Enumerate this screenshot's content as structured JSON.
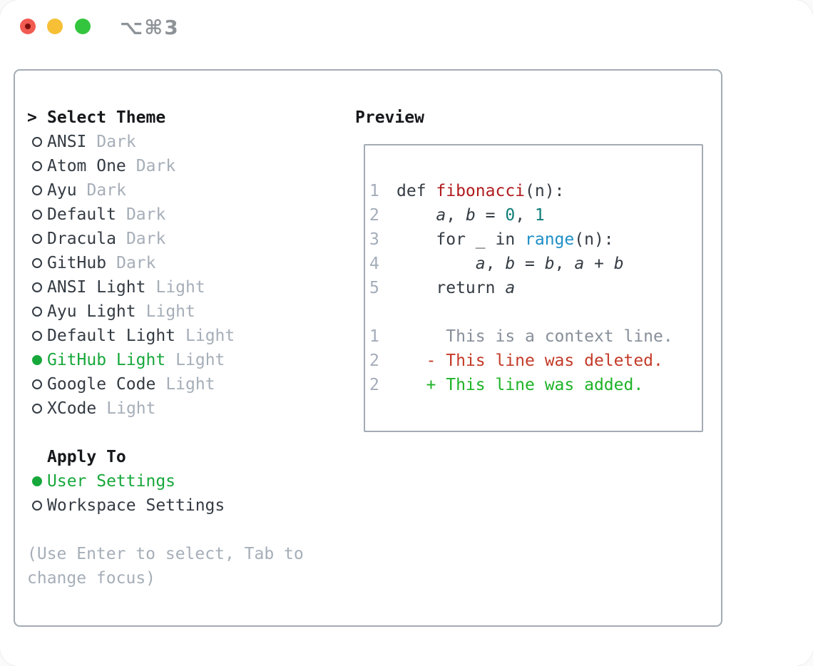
{
  "window": {
    "title": "⌥⌘3",
    "traffic_lights": [
      "close",
      "minimize",
      "zoom"
    ]
  },
  "theme_selector": {
    "heading_prefix": ">",
    "heading": "Select Theme",
    "items": [
      {
        "name": "ANSI",
        "variant": "Dark",
        "selected": false
      },
      {
        "name": "Atom One",
        "variant": "Dark",
        "selected": false
      },
      {
        "name": "Ayu",
        "variant": "Dark",
        "selected": false
      },
      {
        "name": "Default",
        "variant": "Dark",
        "selected": false
      },
      {
        "name": "Dracula",
        "variant": "Dark",
        "selected": false
      },
      {
        "name": "GitHub",
        "variant": "Dark",
        "selected": false
      },
      {
        "name": "ANSI Light",
        "variant": "Light",
        "selected": false
      },
      {
        "name": "Ayu Light",
        "variant": "Light",
        "selected": false
      },
      {
        "name": "Default Light",
        "variant": "Light",
        "selected": false
      },
      {
        "name": "GitHub Light",
        "variant": "Light",
        "selected": true
      },
      {
        "name": "Google Code",
        "variant": "Light",
        "selected": false
      },
      {
        "name": "XCode",
        "variant": "Light",
        "selected": false
      }
    ]
  },
  "apply_to": {
    "heading": "Apply To",
    "options": [
      {
        "label": "User Settings",
        "selected": true
      },
      {
        "label": "Workspace Settings",
        "selected": false
      }
    ]
  },
  "hint": "(Use Enter to select, Tab to change focus)",
  "preview": {
    "heading": "Preview",
    "code_lines": [
      {
        "num": "1",
        "segments": [
          {
            "text": "def ",
            "type": "plain"
          },
          {
            "text": "fibonacci",
            "type": "function"
          },
          {
            "text": "(n):",
            "type": "plain"
          }
        ]
      },
      {
        "num": "2",
        "segments": [
          {
            "text": "    ",
            "type": "plain"
          },
          {
            "text": "a",
            "type": "variable"
          },
          {
            "text": ", ",
            "type": "plain"
          },
          {
            "text": "b",
            "type": "variable"
          },
          {
            "text": " = ",
            "type": "plain"
          },
          {
            "text": "0",
            "type": "number"
          },
          {
            "text": ", ",
            "type": "plain"
          },
          {
            "text": "1",
            "type": "number"
          }
        ]
      },
      {
        "num": "3",
        "segments": [
          {
            "text": "    for _ in ",
            "type": "plain"
          },
          {
            "text": "range",
            "type": "builtin"
          },
          {
            "text": "(n):",
            "type": "plain"
          }
        ]
      },
      {
        "num": "4",
        "segments": [
          {
            "text": "        ",
            "type": "plain"
          },
          {
            "text": "a",
            "type": "variable"
          },
          {
            "text": ", ",
            "type": "plain"
          },
          {
            "text": "b",
            "type": "variable"
          },
          {
            "text": " = ",
            "type": "plain"
          },
          {
            "text": "b",
            "type": "variable"
          },
          {
            "text": ", ",
            "type": "plain"
          },
          {
            "text": "a",
            "type": "variable"
          },
          {
            "text": " + ",
            "type": "plain"
          },
          {
            "text": "b",
            "type": "variable"
          }
        ]
      },
      {
        "num": "5",
        "segments": [
          {
            "text": "    return ",
            "type": "plain"
          },
          {
            "text": "a",
            "type": "variable"
          }
        ]
      }
    ],
    "diff_lines": [
      {
        "num": "1",
        "segments": [
          {
            "text": "     This is a context line.",
            "type": "context"
          }
        ]
      },
      {
        "num": "2",
        "segments": [
          {
            "text": "   ",
            "type": "plain"
          },
          {
            "text": "- This line was deleted.",
            "type": "deleted"
          }
        ]
      },
      {
        "num": "2",
        "segments": [
          {
            "text": "   ",
            "type": "plain"
          },
          {
            "text": "+ This line was added.",
            "type": "added"
          }
        ]
      }
    ]
  },
  "colors": {
    "accent_green": "#17a83b",
    "diff_add_green": "#1db327",
    "diff_del_red": "#c33a28",
    "func_red": "#b01b1e",
    "number_teal": "#0f7e79",
    "builtin_blue": "#1d8fc6",
    "text_dark": "#343b43",
    "heading_black": "#16181b",
    "muted_gray": "#a6aeb8",
    "line_number_gray": "#a3acb9",
    "context_gray": "#878f99",
    "border_gray": "#a3abb5",
    "traffic_red": "#f15b51",
    "traffic_red_dot": "#7b100d",
    "traffic_yellow": "#f6bf36",
    "traffic_green": "#34c53e",
    "title_gray": "#8e9398"
  }
}
